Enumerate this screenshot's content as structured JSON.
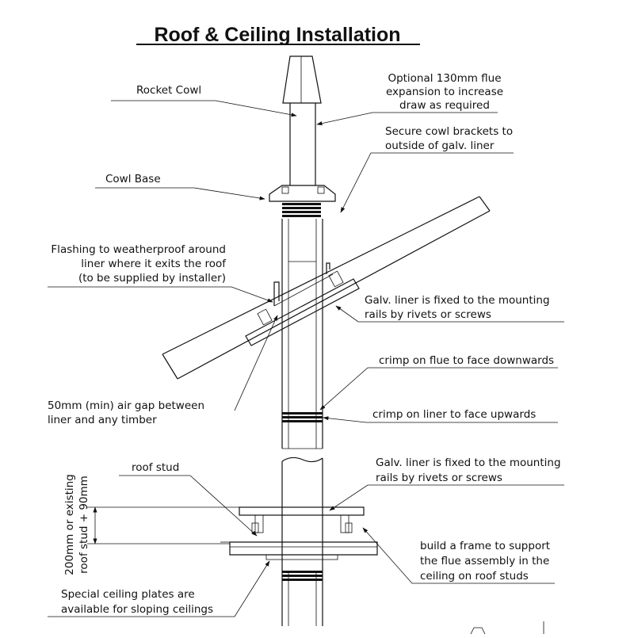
{
  "title": "Roof & Ceiling Installation",
  "labels": {
    "rocket_cowl": "Rocket Cowl",
    "optional_flue": [
      "Optional 130mm flue",
      "expansion to increase",
      "draw as required"
    ],
    "secure_brackets": [
      "Secure cowl brackets to",
      "outside of galv. liner"
    ],
    "cowl_base": "Cowl Base",
    "flashing": [
      "Flashing to weatherproof around",
      "liner where it exits the roof",
      "(to be supplied by installer)"
    ],
    "galv_liner_top": [
      "Galv. liner is fixed to the mounting",
      "rails by rivets or screws"
    ],
    "crimp_flue": "crimp on flue to face downwards",
    "air_gap": [
      "50mm (min) air gap between",
      "liner and any timber"
    ],
    "crimp_liner": "crimp on liner to face upwards",
    "roof_stud": "roof stud",
    "galv_liner_bottom": [
      "Galv. liner is fixed to the mounting",
      "rails by rivets or screws"
    ],
    "dimension": [
      "200mm or existing",
      "roof stud + 90mm"
    ],
    "build_frame": [
      "build a frame to support",
      "the flue assembly in the",
      "ceiling on roof studs"
    ],
    "ceiling_plates": [
      "Special ceiling plates are",
      "available for sloping ceilings"
    ]
  }
}
